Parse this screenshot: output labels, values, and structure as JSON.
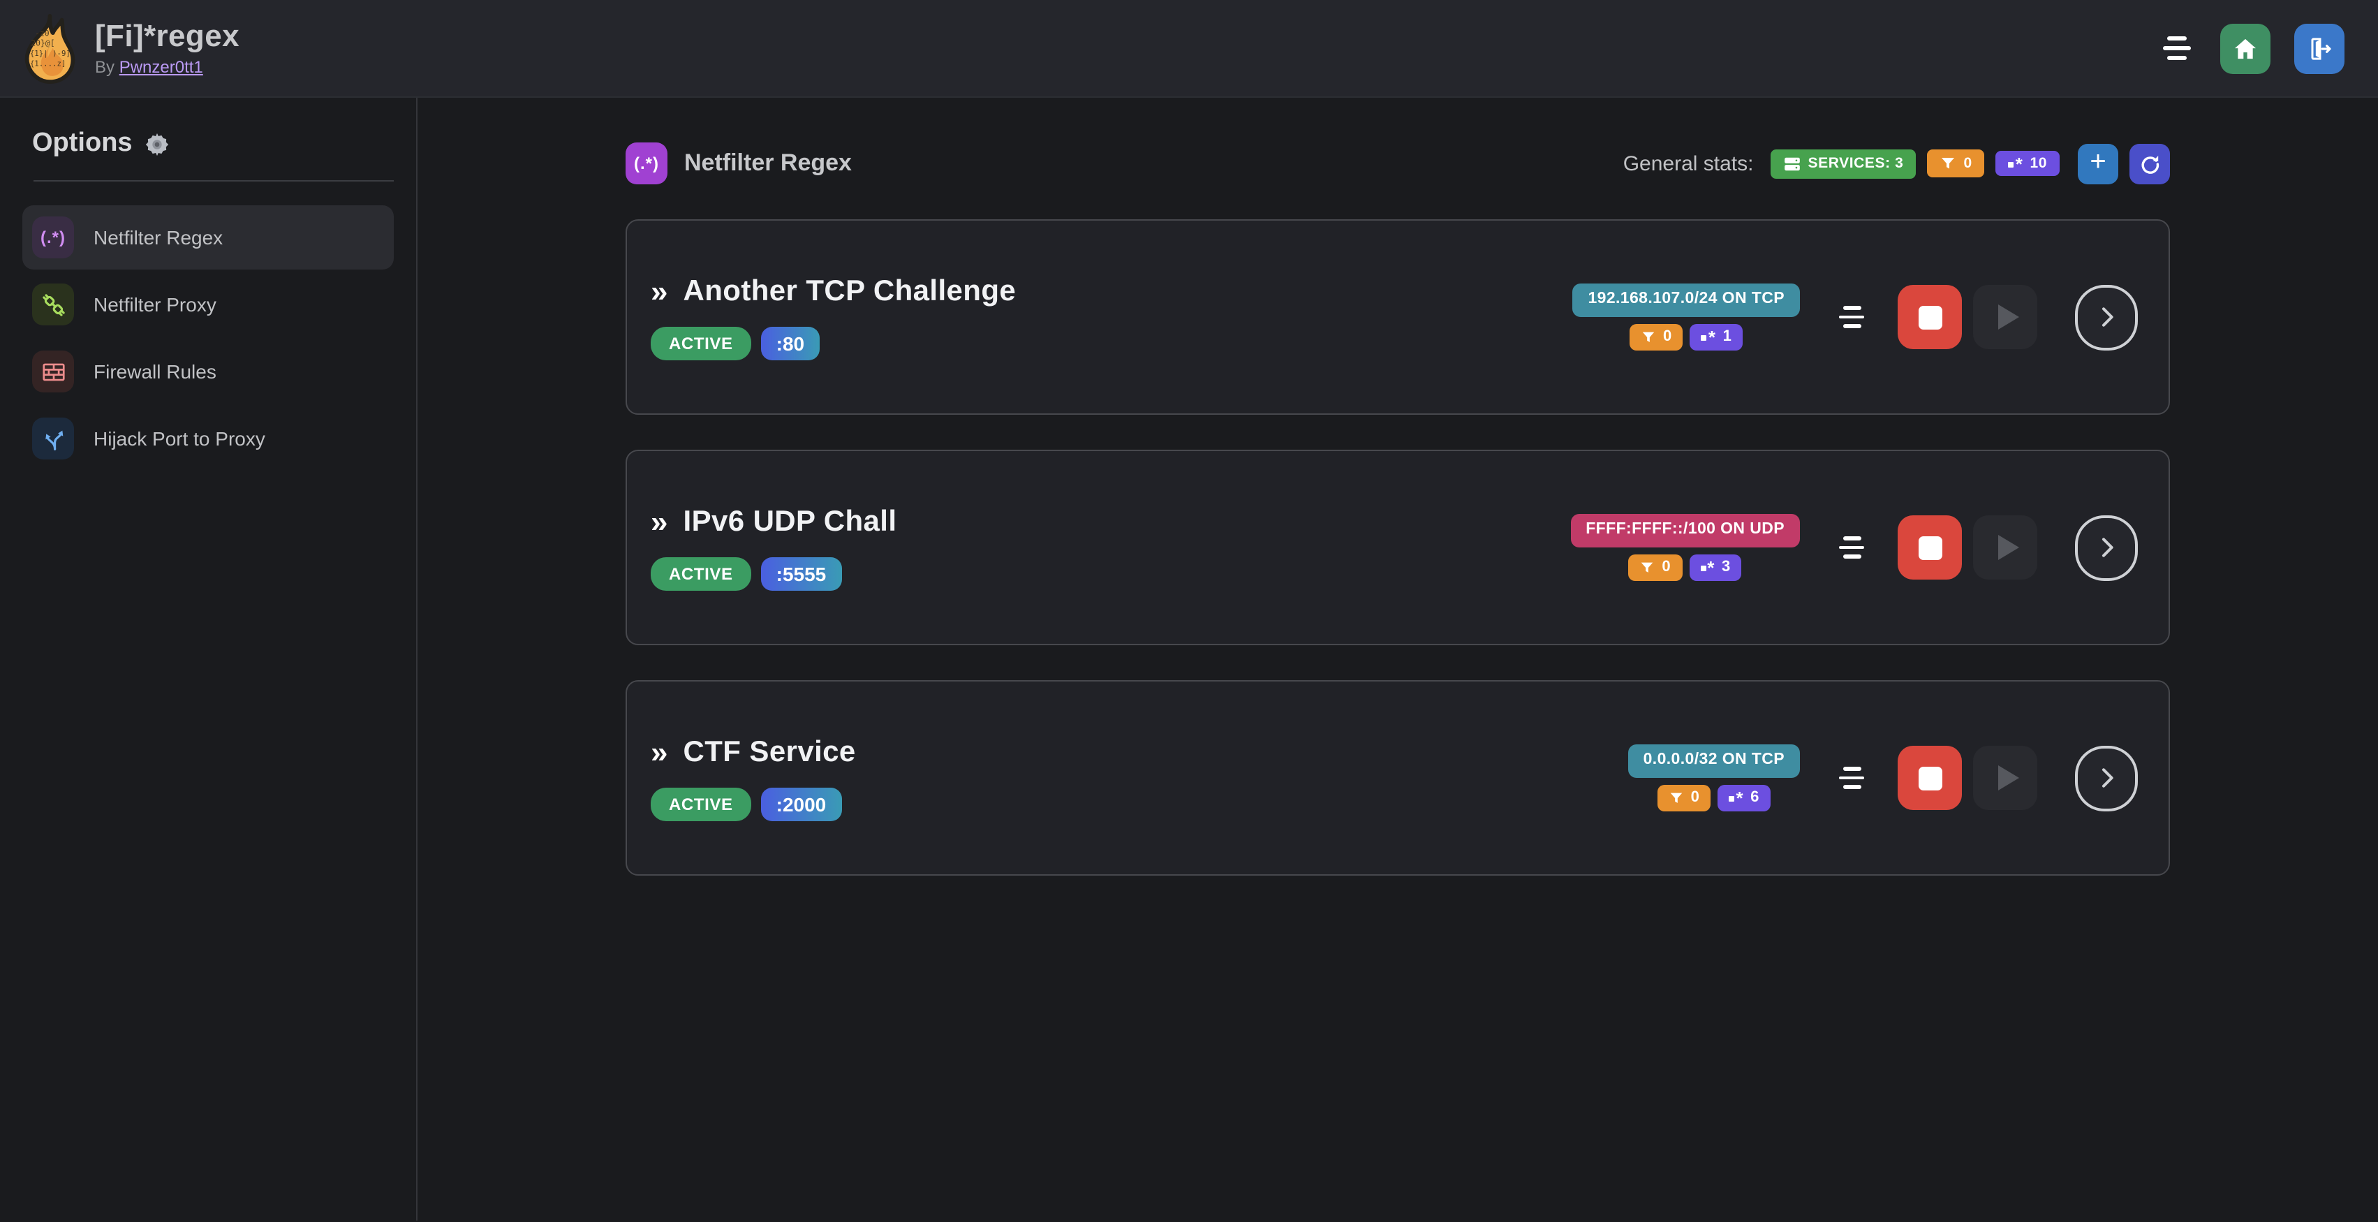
{
  "header": {
    "app_title": "[Fi]*regex",
    "byline_prefix": "By",
    "byline_link": "Pwnzer0tt1",
    "logo_lines": [
      "-z0-",
      "20}@[",
      "{1}| )-9]",
      "{1....z]"
    ]
  },
  "sidebar": {
    "title": "Options",
    "items": [
      {
        "label": "Netfilter Regex",
        "active": true
      },
      {
        "label": "Netfilter Proxy",
        "active": false
      },
      {
        "label": "Firewall Rules",
        "active": false
      },
      {
        "label": "Hijack Port to Proxy",
        "active": false
      }
    ]
  },
  "icons": {
    "regex_literal": "(.*)",
    "double_chevron": "»",
    "asterisk": "*",
    "plus": "+"
  },
  "main": {
    "section_title": "Netfilter Regex",
    "stats_label": "General stats:",
    "stats": {
      "services": "SERVICES: 3",
      "filters": "0",
      "regexes": "10"
    },
    "services": [
      {
        "title": "Another TCP Challenge",
        "status": "ACTIVE",
        "port": ":80",
        "target": "192.168.107.0/24 ON TCP",
        "target_color": "#3f8da1",
        "filters": "0",
        "regexes": "1"
      },
      {
        "title": "IPv6 UDP Chall",
        "status": "ACTIVE",
        "port": ":5555",
        "target": "FFFF:FFFF::/100 ON UDP",
        "target_color": "#c13b68",
        "filters": "0",
        "regexes": "3"
      },
      {
        "title": "CTF Service",
        "status": "ACTIVE",
        "port": ":2000",
        "target": "0.0.0.0/32 ON TCP",
        "target_color": "#3f8da1",
        "filters": "0",
        "regexes": "6"
      }
    ]
  },
  "colors": {
    "page_bg": "#1a1b1e",
    "topbar_bg": "#25262c",
    "card_bg": "#212227",
    "card_border": "#47484d",
    "accent_green": "#47a24e",
    "accent_orange": "#e8912e",
    "accent_violet": "#6c4fe0",
    "status_green": "#3b9c62",
    "stop_red": "#da473d",
    "home_green": "#3f8f63",
    "logout_blue": "#3b78c9",
    "add_blue": "#3178be",
    "refresh_indigo": "#4a4fc9",
    "link_purple": "#bb9af5",
    "section_purple": "#a041d2"
  }
}
